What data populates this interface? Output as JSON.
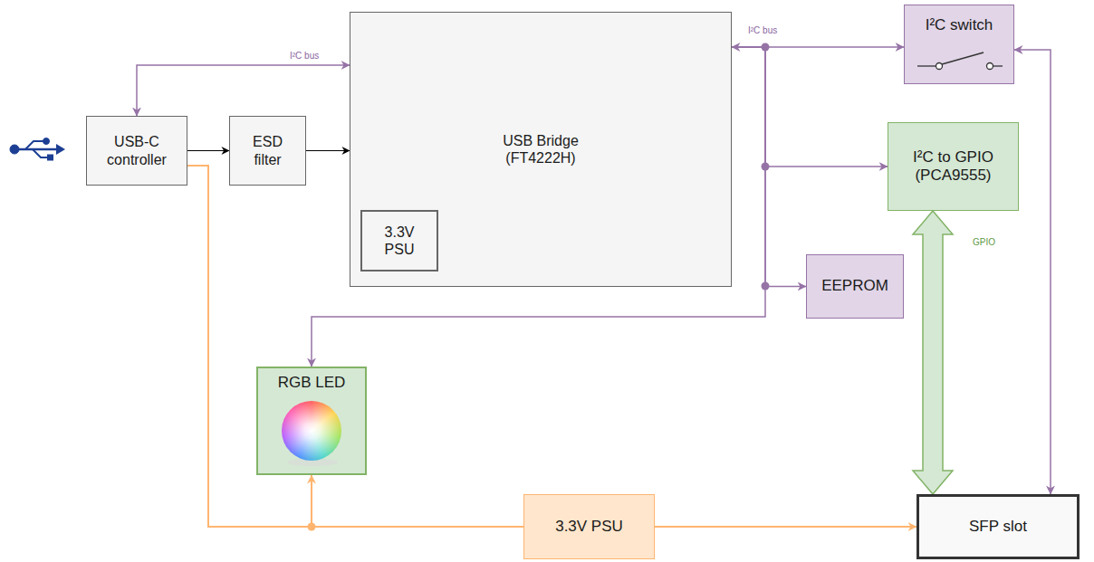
{
  "diagram": {
    "nodes": [
      {
        "text": [
          "USB-C controller"
        ]
      },
      {
        "text": [
          "ESD filter"
        ]
      },
      {
        "text": [
          "USB Bridge (FT4222H)"
        ]
      },
      {
        "text": [
          "3.3V PSU"
        ],
        "in": 2
      },
      {
        "text": [
          "I²C switch"
        ]
      },
      {
        "text": [
          "I²C to GPIO (PCA9555)"
        ]
      },
      {
        "text": [
          "EEPROM"
        ]
      },
      {
        "text": [
          "RGB LED"
        ]
      },
      {
        "text": [
          "3.3V PSU"
        ]
      },
      {
        "text": [
          "SFP slot"
        ]
      }
    ],
    "edges": [
      {
        "from": 0,
        "to": 2,
        "arrow": "both",
        "label": "I²C bus"
      },
      {
        "from": 0,
        "to": 1,
        "arrow": "to"
      },
      {
        "from": 1,
        "to": 2,
        "arrow": "to"
      },
      {
        "from": 2,
        "to": 4,
        "arrow": "both",
        "label": "I²C bus"
      },
      {
        "from": 2,
        "to": 5,
        "arrow": "to"
      },
      {
        "from": 2,
        "to": 6,
        "arrow": "to"
      },
      {
        "from": 2,
        "to": 7,
        "arrow": "to"
      },
      {
        "from": 4,
        "to": 9,
        "arrow": "both"
      },
      {
        "from": 5,
        "to": 9,
        "arrow": "both",
        "label": "GPIO"
      },
      {
        "from": 0,
        "to": 7,
        "arrow": "to"
      },
      {
        "from": 0,
        "to": 8,
        "arrow": "none"
      },
      {
        "from": 8,
        "to": 9,
        "arrow": "to"
      }
    ]
  }
}
